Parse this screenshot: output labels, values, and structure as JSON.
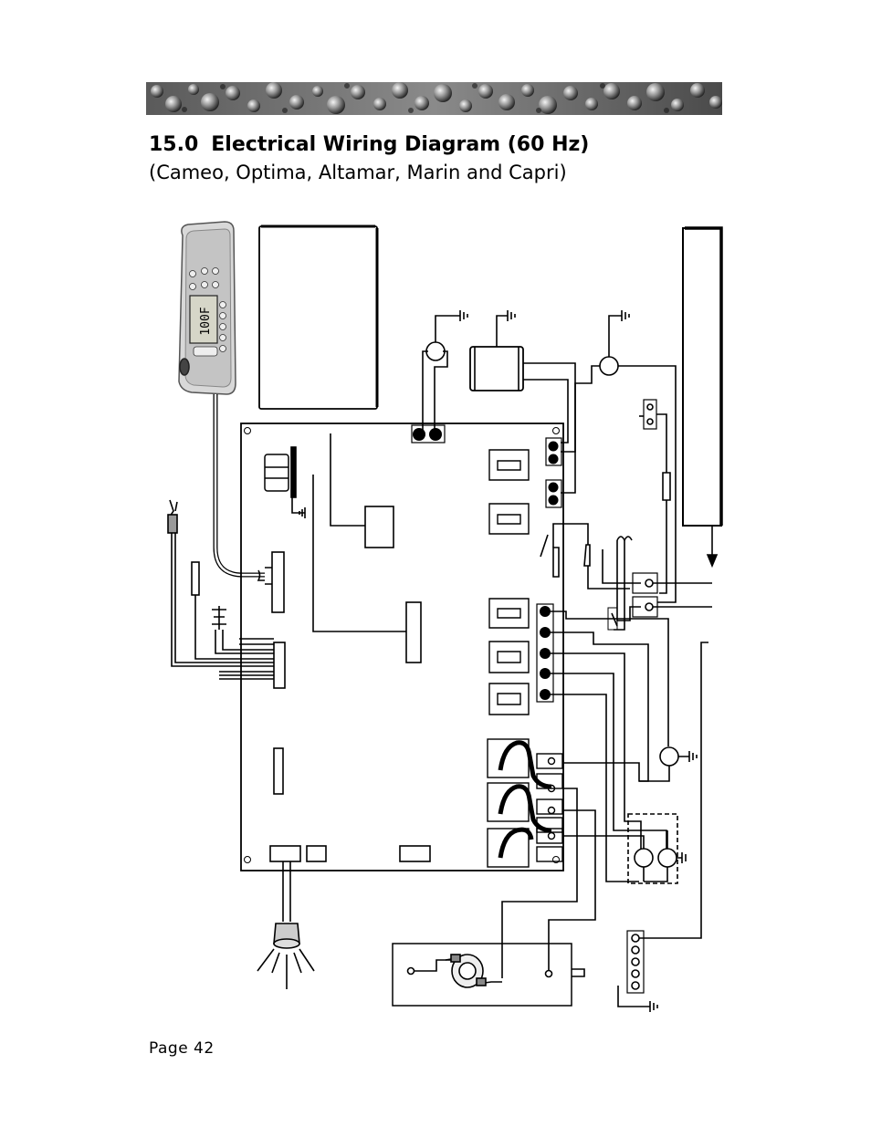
{
  "header": {
    "section_number": "15.0",
    "title": "Electrical Wiring Diagram (60 Hz)",
    "subtitle": "(Cameo, Optima, Altamar, Marin and Capri)"
  },
  "topside": {
    "display_value": "100F"
  },
  "footer": {
    "page_label": "Page 42"
  }
}
